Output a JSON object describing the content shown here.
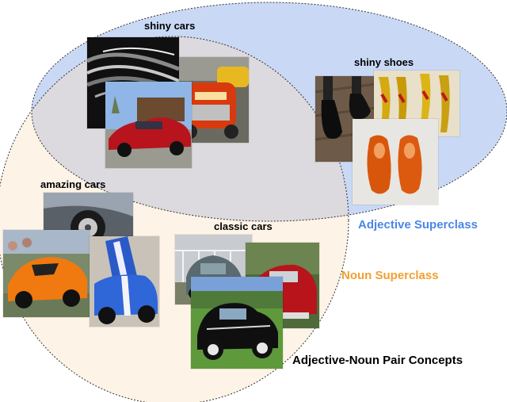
{
  "labels": {
    "shiny_cars": "shiny cars",
    "shiny_shoes": "shiny shoes",
    "amazing_cars": "amazing cars",
    "classic_cars": "classic cars",
    "adjective_superclass": "Adjective Superclass",
    "noun_superclass": "Noun Superclass",
    "anp_concepts": "Adjective-Noun Pair Concepts"
  },
  "colors": {
    "adjective_region": "#c9d9f5",
    "noun_region": "#fdf3e6",
    "overlap_region": "#dcd9df",
    "adjective_label": "#4a86e8",
    "noun_label": "#f0a030",
    "outline": "#333333"
  },
  "photos": [
    {
      "name": "shiny-cars-photo-chrome",
      "icon": "chrome-grille"
    },
    {
      "name": "shiny-cars-photo-red-truck",
      "icon": "red-truck"
    },
    {
      "name": "shiny-cars-photo-red-sedan",
      "icon": "red-car"
    },
    {
      "name": "shiny-shoes-photo-black",
      "icon": "black-shoes"
    },
    {
      "name": "shiny-shoes-photo-heels",
      "icon": "high-heels"
    },
    {
      "name": "shiny-shoes-photo-orange",
      "icon": "orange-shoes"
    },
    {
      "name": "amazing-cars-photo-wheel",
      "icon": "wheel"
    },
    {
      "name": "amazing-cars-photo-orange-race",
      "icon": "orange-racecar"
    },
    {
      "name": "amazing-cars-photo-blue-race",
      "icon": "blue-racecar"
    },
    {
      "name": "classic-cars-photo-grey",
      "icon": "grey-classic-car"
    },
    {
      "name": "classic-cars-photo-red",
      "icon": "red-classic-car"
    },
    {
      "name": "classic-cars-photo-black",
      "icon": "black-classic-car"
    }
  ]
}
